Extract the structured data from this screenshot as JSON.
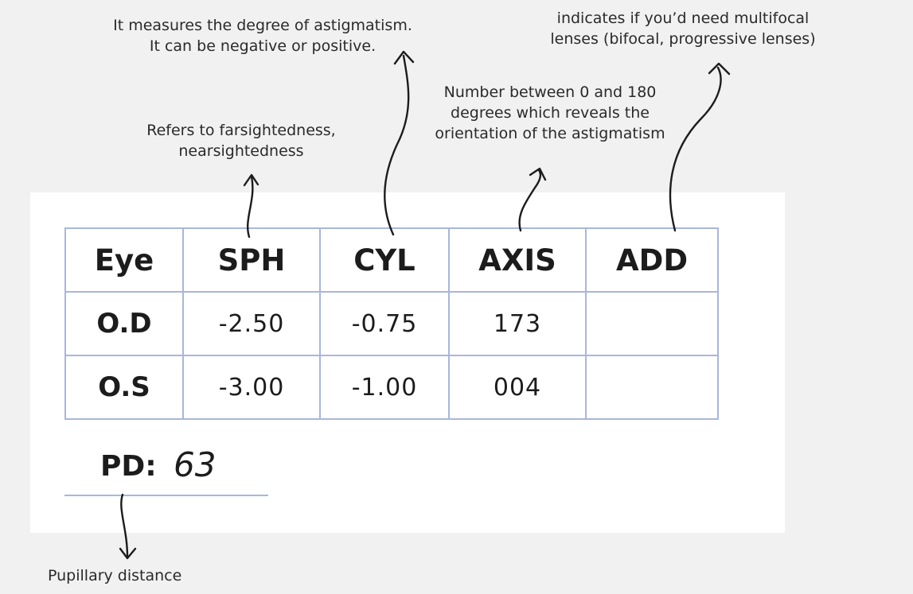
{
  "annotations": {
    "cyl_note": [
      "It measures the degree of astigmatism.",
      "It can be negative or positive."
    ],
    "add_note": [
      "indicates if you’d need multifocal",
      "lenses (bifocal, progressive lenses)"
    ],
    "axis_note": [
      "Number between 0 and 180",
      "degrees which reveals the",
      "orientation of the astigmatism"
    ],
    "sph_note": [
      "Refers to farsightedness,",
      "nearsightedness"
    ],
    "pd_note": "Pupillary distance"
  },
  "table": {
    "headers": [
      "Eye",
      "SPH",
      "CYL",
      "AXIS",
      "ADD"
    ],
    "rows": [
      {
        "eye": "O.D",
        "sph": "-2.50",
        "cyl": "-0.75",
        "axis": "173",
        "add": ""
      },
      {
        "eye": "O.S",
        "sph": "-3.00",
        "cyl": "-1.00",
        "axis": "004",
        "add": ""
      }
    ]
  },
  "pd": {
    "label": "PD:",
    "value": "63"
  },
  "colors": {
    "grid": "#a9b6dc",
    "background": "#f1f1f1",
    "card": "#ffffff",
    "ink": "#1c1c1c"
  }
}
